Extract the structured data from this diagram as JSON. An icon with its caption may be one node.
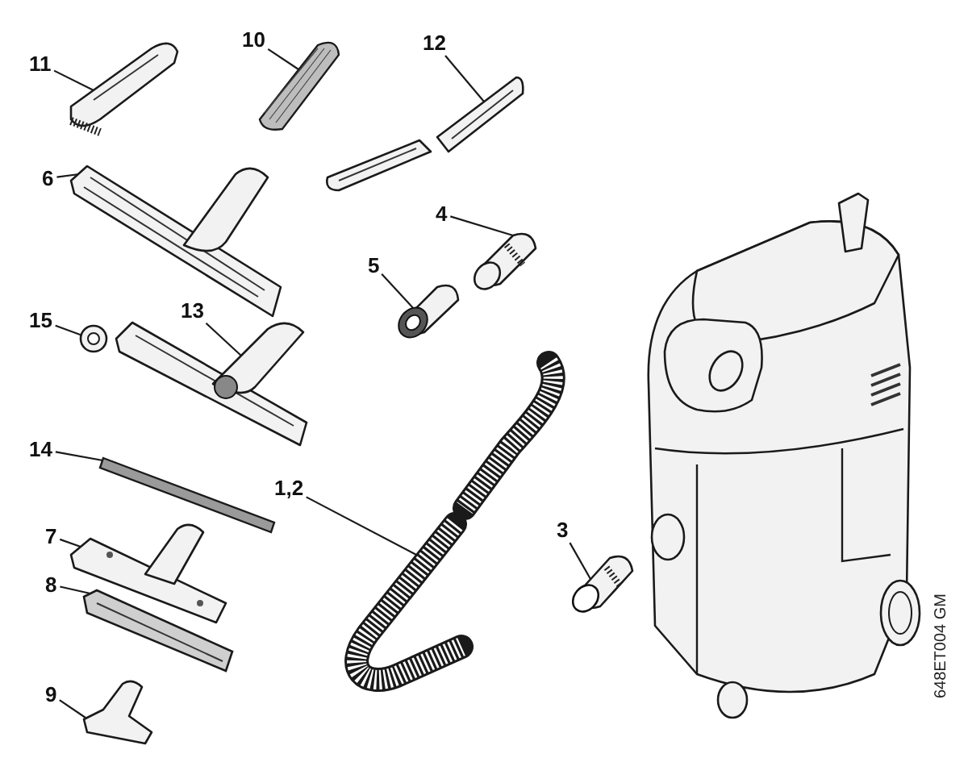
{
  "diagram": {
    "nodes": [
      {
        "text": [
          "11"
        ]
      },
      {
        "text": [],
        "shape": "picture"
      },
      {
        "text": [
          "10"
        ]
      },
      {
        "text": [],
        "shape": "picture"
      },
      {
        "text": [
          "12"
        ]
      },
      {
        "text": [],
        "shape": "picture"
      },
      {
        "text": [
          "6"
        ]
      },
      {
        "text": [],
        "shape": "picture"
      },
      {
        "text": [
          "4"
        ]
      },
      {
        "text": [],
        "shape": "picture"
      },
      {
        "text": [
          "5"
        ]
      },
      {
        "text": [],
        "shape": "picture"
      },
      {
        "text": [
          "15"
        ]
      },
      {
        "text": [],
        "shape": "picture"
      },
      {
        "text": [
          "13"
        ]
      },
      {
        "text": [],
        "shape": "picture"
      },
      {
        "text": [
          "14"
        ]
      },
      {
        "text": [],
        "shape": "bar"
      },
      {
        "text": [
          "1,2"
        ]
      },
      {
        "text": [],
        "shape": "picture"
      },
      {
        "text": [
          "7"
        ]
      },
      {
        "text": [],
        "shape": "picture"
      },
      {
        "text": [
          "8"
        ]
      },
      {
        "text": [],
        "shape": "picture"
      },
      {
        "text": [
          "3"
        ]
      },
      {
        "text": [],
        "shape": "picture"
      },
      {
        "text": [
          "9"
        ]
      },
      {
        "text": [],
        "shape": "picture"
      }
    ],
    "edges": [
      {
        "from": 0,
        "to": 1,
        "arrow": "none"
      },
      {
        "from": 2,
        "to": 3,
        "arrow": "none"
      },
      {
        "from": 4,
        "to": 5,
        "arrow": "none"
      },
      {
        "from": 6,
        "to": 7,
        "arrow": "none"
      },
      {
        "from": 8,
        "to": 9,
        "arrow": "none"
      },
      {
        "from": 10,
        "to": 11,
        "arrow": "none"
      },
      {
        "from": 12,
        "to": 13,
        "arrow": "none"
      },
      {
        "from": 14,
        "to": 15,
        "arrow": "none"
      },
      {
        "from": 16,
        "to": 17,
        "arrow": "none"
      },
      {
        "from": 18,
        "to": 19,
        "arrow": "none"
      },
      {
        "from": 20,
        "to": 21,
        "arrow": "none"
      },
      {
        "from": 22,
        "to": 23,
        "arrow": "none"
      },
      {
        "from": 24,
        "to": 25,
        "arrow": "none"
      },
      {
        "from": 26,
        "to": 27,
        "arrow": "none"
      }
    ],
    "labels": [
      "648ET004 GM"
    ]
  }
}
